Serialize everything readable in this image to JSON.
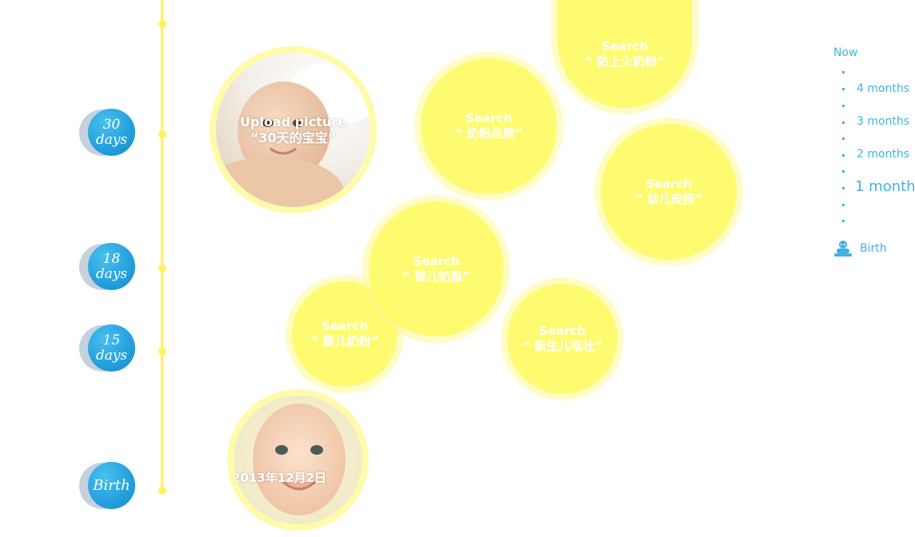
{
  "timeline": {
    "badges": {
      "d30": {
        "num": "30",
        "unit": "days"
      },
      "d18": {
        "num": "18",
        "unit": "days"
      },
      "d15": {
        "num": "15",
        "unit": "days"
      },
      "birth": {
        "label": "Birth"
      }
    }
  },
  "bubbles": {
    "upload": {
      "line1": "Upload picture",
      "line2": "“30天的宝宝”"
    },
    "birth_photo": {
      "caption": "2013年12月2日"
    },
    "s1": {
      "line1": "Search",
      "line2": "” 防上火奶粉”"
    },
    "s2": {
      "line1": "Search",
      "line2": "” 奶粉品牌”"
    },
    "s3": {
      "line1": "Search",
      "line2": "” 幼儿皮疹”"
    },
    "s4": {
      "line1": "Search",
      "line2": "” 婴儿奶瓶”"
    },
    "s5": {
      "line1": "Search",
      "line2": "” 婴儿奶粉”"
    },
    "s6": {
      "line1": "Search",
      "line2": "” 新生儿呕吐”"
    }
  },
  "nav": {
    "now": "Now",
    "m4": "4 months",
    "m3": "3 months",
    "m2": "2 months",
    "m1": "1 month",
    "birth": "Birth"
  },
  "colors": {
    "accent_blue": "#3fb3e4",
    "timeline_yellow": "#fff35a",
    "bubble_yellow": "#fffb66"
  }
}
